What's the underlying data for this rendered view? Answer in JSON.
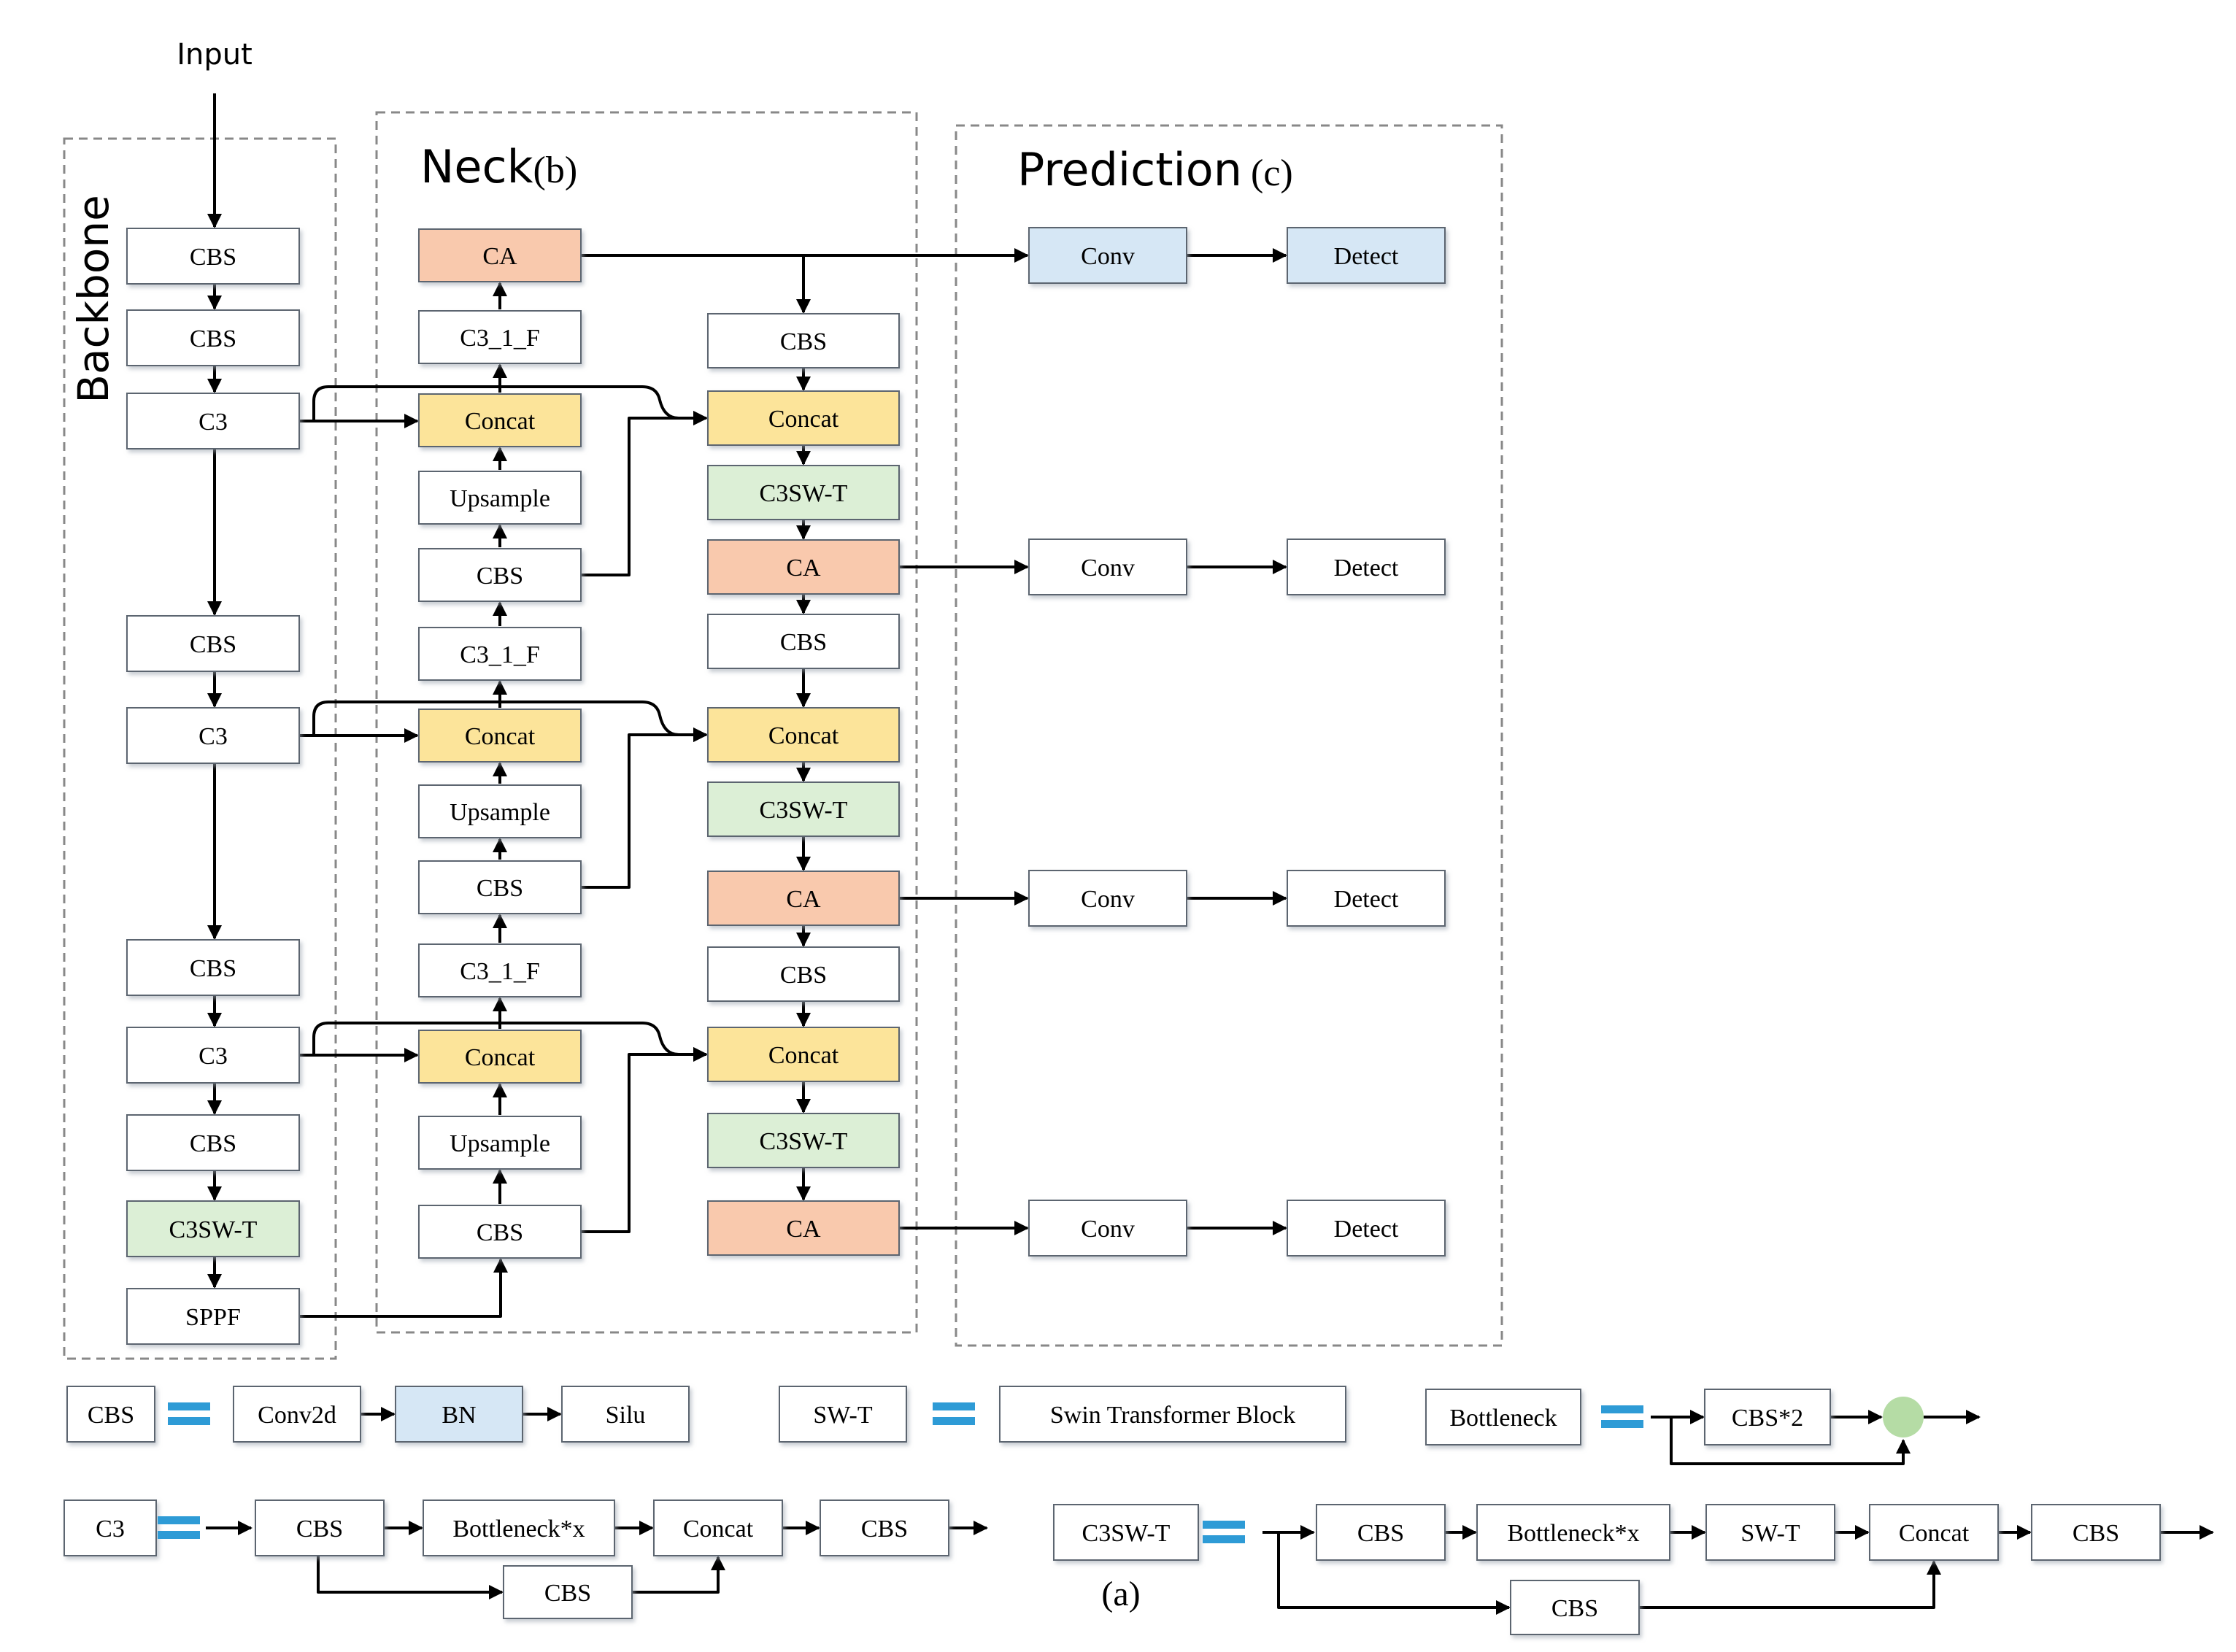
{
  "labels": {
    "input": "Input",
    "backbone": "Backbone",
    "neck": "Neck",
    "neck_tag": "(b)",
    "prediction": "Prediction",
    "prediction_tag": "(c)",
    "legend_tag": "(a)"
  },
  "colors": {
    "white": "#ffffff",
    "ca": "#f9c9ad",
    "concat": "#fce49a",
    "c3swt": "#dcefd6",
    "blue": "#d6e7f5",
    "circle": "#b5dca5",
    "legend_equals": "#2e9bd6"
  },
  "backbone": [
    "CBS",
    "CBS",
    "C3",
    "CBS",
    "C3",
    "CBS",
    "C3",
    "CBS",
    "C3SW-T",
    "SPPF"
  ],
  "neck_left": [
    "CA",
    "C3_1_F",
    "Concat",
    "Upsample",
    "CBS",
    "C3_1_F",
    "Concat",
    "Upsample",
    "CBS",
    "C3_1_F",
    "Concat",
    "Upsample",
    "CBS"
  ],
  "neck_right": [
    "CBS",
    "Concat",
    "C3SW-T",
    "CA",
    "CBS",
    "Concat",
    "C3SW-T",
    "CA",
    "CBS",
    "Concat",
    "C3SW-T",
    "CA"
  ],
  "prediction_rows": [
    {
      "conv": "Conv",
      "detect": "Detect"
    },
    {
      "conv": "Conv",
      "detect": "Detect"
    },
    {
      "conv": "Conv",
      "detect": "Detect"
    },
    {
      "conv": "Conv",
      "detect": "Detect"
    }
  ],
  "legend": {
    "cbs": {
      "name": "CBS",
      "parts": [
        "Conv2d",
        "BN",
        "Silu"
      ]
    },
    "swt": {
      "name": "SW-T",
      "parts": [
        "Swin Transformer Block"
      ]
    },
    "bottleneck": {
      "name": "Bottleneck",
      "parts": [
        "CBS*2"
      ]
    },
    "c3": {
      "name": "C3",
      "parts": [
        "CBS",
        "Bottleneck*x",
        "Concat",
        "CBS"
      ],
      "skip": "CBS"
    },
    "c3swt": {
      "name": "C3SW-T",
      "parts": [
        "CBS",
        "Bottleneck*x",
        "SW-T",
        "Concat",
        "CBS"
      ],
      "skip": "CBS"
    }
  }
}
